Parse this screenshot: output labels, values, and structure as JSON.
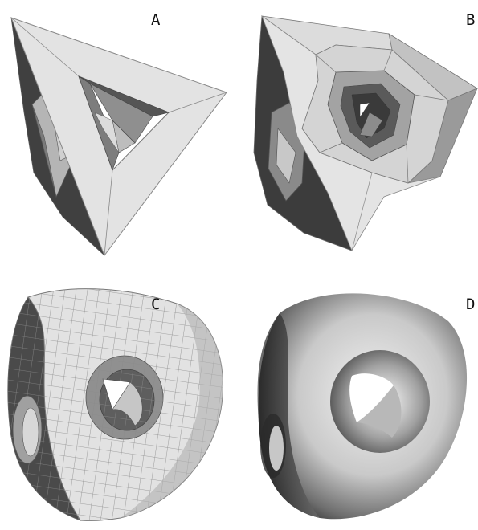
{
  "panels": [
    {
      "label": "A"
    },
    {
      "label": "B"
    },
    {
      "label": "C"
    },
    {
      "label": "D"
    }
  ],
  "colors": {
    "light_face": "#e6e6e6",
    "mid_face": "#9a9a9a",
    "dark_face": "#454545",
    "edge": "#777777"
  }
}
